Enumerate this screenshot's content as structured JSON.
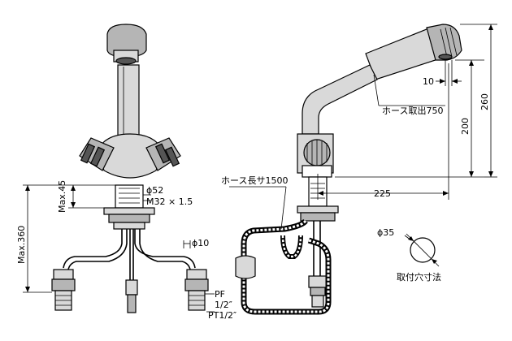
{
  "labels": {
    "max45": "Max.45",
    "max360": "Max.360",
    "phi52": "ϕ52",
    "m32": "M32 × 1.5",
    "phi10": "ϕ10",
    "pf": "PF",
    "pf_size": "1/2″",
    "pt": "PT1/2″",
    "hose_length": "ホース長サ1500",
    "hose_reach": "ホース取出750",
    "dim10": "10",
    "dim200": "200",
    "dim260": "260",
    "dim225": "225",
    "phi35": "ϕ35",
    "mount_hole": "取付穴寸法"
  }
}
